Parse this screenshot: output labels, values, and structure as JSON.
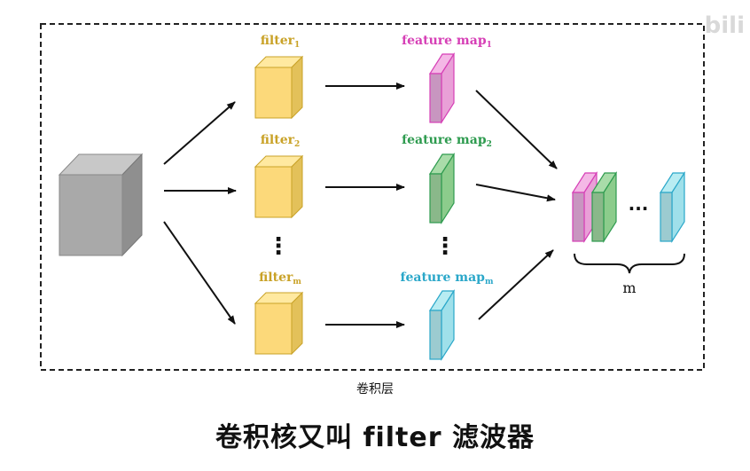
{
  "diagram": {
    "filter_labels": [
      {
        "base": "filter",
        "sub": "1"
      },
      {
        "base": "filter",
        "sub": "2"
      },
      {
        "base": "filter",
        "sub": "m"
      }
    ],
    "feature_labels": [
      {
        "base": "feature map",
        "sub": "1"
      },
      {
        "base": "feature map",
        "sub": "2"
      },
      {
        "base": "feature map",
        "sub": "m"
      }
    ],
    "vertical_ellipsis": "⋮",
    "horizontal_ellipsis": "···",
    "count_label": "m",
    "colors": {
      "filter": "#c9a227",
      "feature1": "#d63fb6",
      "feature2": "#2e9b4f",
      "featurem": "#2aa7c9"
    }
  },
  "caption": "卷积层",
  "subtitle": "卷积核又叫 filter 滤波器",
  "watermark": "bili"
}
